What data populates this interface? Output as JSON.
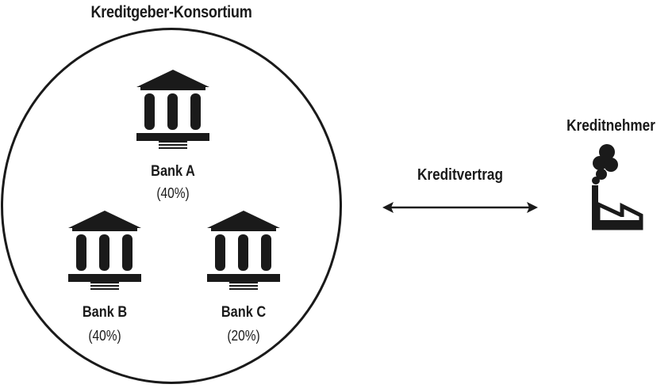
{
  "consortium": {
    "title": "Kreditgeber-Konsortium",
    "banks": [
      {
        "name": "Bank A",
        "share": "(40%)"
      },
      {
        "name": "Bank B",
        "share": "(40%)"
      },
      {
        "name": "Bank C",
        "share": "(20%)"
      }
    ]
  },
  "contract": {
    "label": "Kreditvertrag"
  },
  "borrower": {
    "label": "Kreditnehmer"
  },
  "icons": {
    "bank": "bank-building-icon",
    "factory": "factory-icon",
    "arrow": "double-arrow-icon"
  },
  "colors": {
    "ink": "#1a1a1a",
    "background": "#ffffff"
  }
}
